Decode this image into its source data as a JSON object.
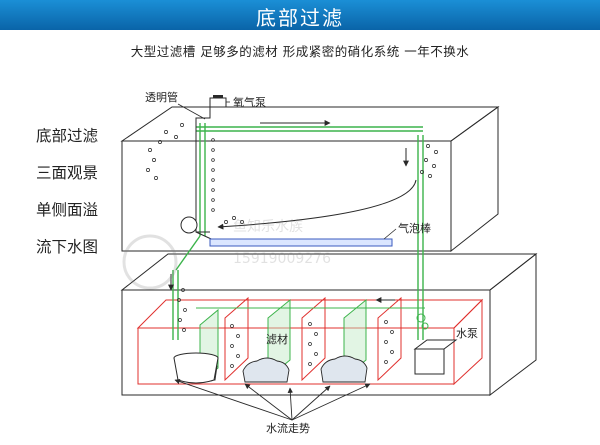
{
  "banner": {
    "title": "底部过滤",
    "color_top": "#0c7fc7",
    "color_bottom": "#0a5f9e"
  },
  "subtitle": "大型过滤槽  足够多的滤材  形成紧密的硝化系统  一年不换水",
  "side_caption": {
    "lines": [
      "底部过滤",
      "三面观景",
      "单侧面溢",
      "流下水图"
    ]
  },
  "labels": {
    "transparent_tube": "透明管",
    "air_pump": "氧气泵",
    "air_bar": "气泡棒",
    "filter_media": "滤材",
    "water_pump": "水泵",
    "flow_direction": "水流走势"
  },
  "watermark": {
    "text": "鱼知乐水族",
    "phone": "15919009276"
  },
  "colors": {
    "line_dark": "#2a2a2a",
    "pipe_green": "#3cb44b",
    "filter_red": "#e0302e",
    "air_blue": "#3b5bbf"
  },
  "icons": {
    "flow_arrows": "arrow-icon",
    "bubbles": "bubble-icon"
  }
}
